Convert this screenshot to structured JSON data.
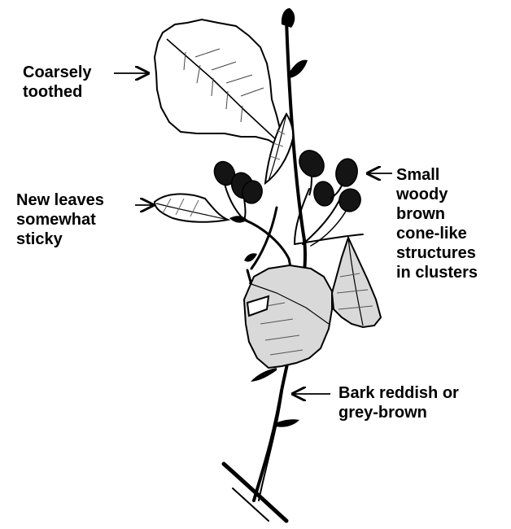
{
  "labels": {
    "toothed": [
      "Coarsely",
      "toothed"
    ],
    "sticky": [
      "New leaves",
      "somewhat",
      "sticky"
    ],
    "cones": [
      "Small",
      "woody",
      "brown",
      "cone-like",
      "structures",
      "in clusters"
    ],
    "bark": [
      "Bark reddish or",
      "grey-brown"
    ]
  },
  "colors": {
    "ink": "#000000",
    "leaf_shade": "#d9d9d9",
    "cone": "#141414",
    "background": "#ffffff"
  }
}
